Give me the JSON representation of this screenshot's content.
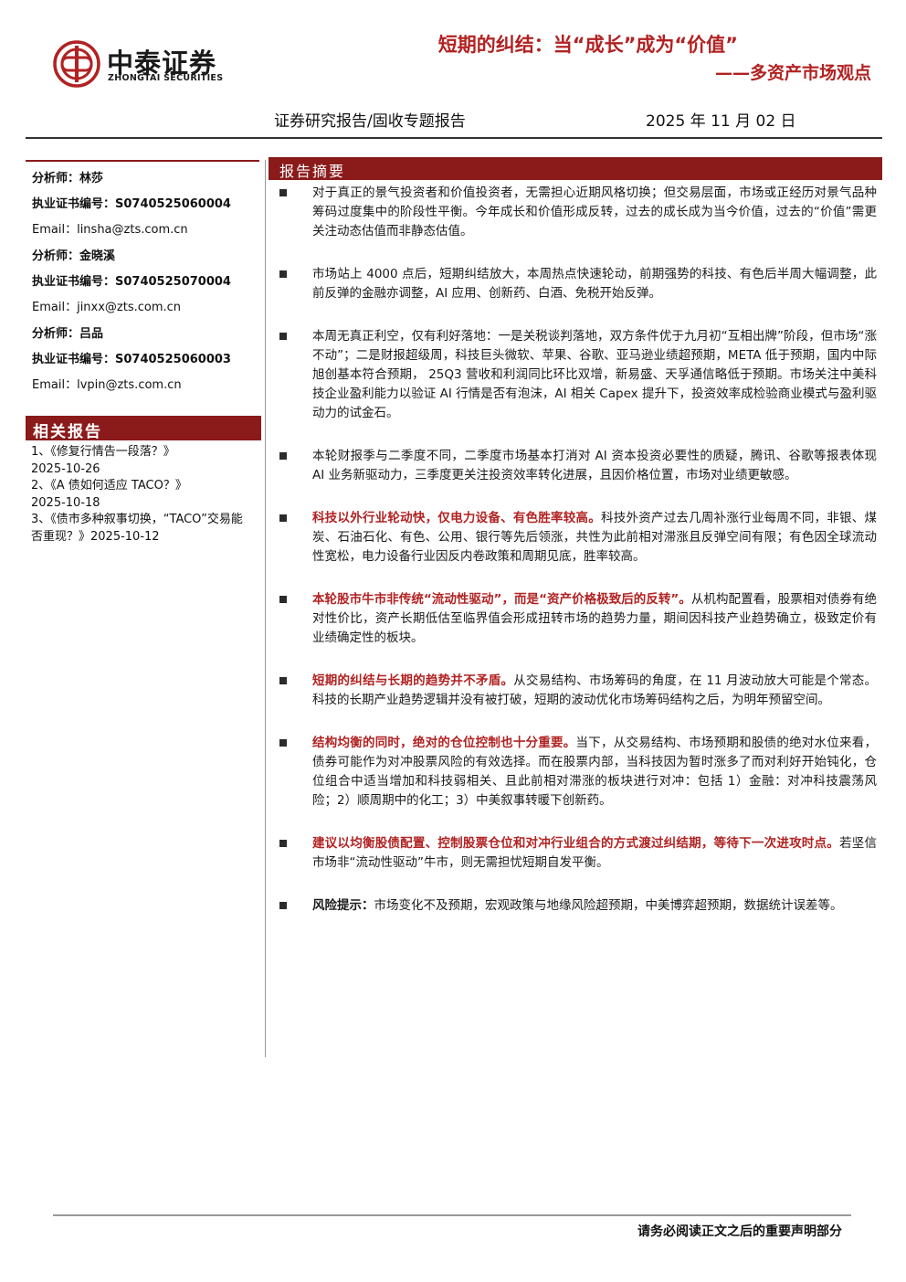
{
  "brand": {
    "name_cn": "中泰证券",
    "name_en": "ZHONGTAI SECURITIES",
    "color": "#b22222"
  },
  "header": {
    "title": "短期的纠结：当“成长”成为“价值”",
    "subtitle": "——多资产市场观点",
    "report_type": "证券研究报告/固收专题报告",
    "date": "2025 年 11 月 02 日"
  },
  "analysts": [
    {
      "label": "分析师：",
      "name": "林莎",
      "cert_label": "执业证书编号：",
      "cert": "S0740525060004",
      "email_label": "Email：",
      "email": "linsha@zts.com.cn"
    },
    {
      "label": "分析师：",
      "name": "金晓溪",
      "cert_label": "执业证书编号：",
      "cert": "S0740525070004",
      "email_label": "Email：",
      "email": "jinxx@zts.com.cn"
    },
    {
      "label": "分析师：",
      "name": "吕品",
      "cert_label": "执业证书编号：",
      "cert": "S0740525060003",
      "email_label": "Email：",
      "email": "lvpin@zts.com.cn"
    }
  ],
  "related": {
    "title": "相关报告",
    "items": [
      {
        "text": "1、《修复行情告一段落？》",
        "date": "2025-10-26"
      },
      {
        "text": "2、《A 债如何适应 TACO？》",
        "date": "2025-10-18"
      },
      {
        "text": "3、《债市多种叙事切换，“TACO”交易能否重现？》",
        "date": "2025-10-12"
      }
    ]
  },
  "summary": {
    "title": "报告摘要",
    "bullets": [
      {
        "lead": "",
        "lead_style": "",
        "text": "对于真正的景气投资者和价值投资者，无需担心近期风格切换；但交易层面，市场或正经历对景气品种筹码过度集中的阶段性平衡。今年成长和价值形成反转，过去的成长成为当今价值，过去的“价值”需更关注动态估值而非静态估值。"
      },
      {
        "lead": "",
        "lead_style": "",
        "text": "市场站上 4000 点后，短期纠结放大，本周热点快速轮动，前期强势的科技、有色后半周大幅调整，此前反弹的金融亦调整，AI 应用、创新药、白酒、免税开始反弹。"
      },
      {
        "lead": "",
        "lead_style": "",
        "text": "本周无真正利空，仅有利好落地：一是关税谈判落地，双方条件优于九月初“互相出牌”阶段，但市场“涨不动”；二是财报超级周，科技巨头微软、苹果、谷歌、亚马逊业绩超预期，META 低于预期，国内中际旭创基本符合预期， 25Q3 营收和利润同比环比双增，新易盛、天孚通信略低于预期。市场关注中美科技企业盈利能力以验证 AI 行情是否有泡沫，AI 相关 Capex 提升下，投资效率成检验商业模式与盈利驱动力的试金石。"
      },
      {
        "lead": "",
        "lead_style": "",
        "text": "本轮财报季与二季度不同，二季度市场基本打消对 AI 资本投资必要性的质疑，腾讯、谷歌等报表体现 AI 业务新驱动力，三季度更关注投资效率转化进展，且因价格位置，市场对业绩更敏感。"
      },
      {
        "lead": "科技以外行业轮动快，仅电力设备、有色胜率较高。",
        "lead_style": "hl",
        "text": "科技外资产过去几周补涨行业每周不同，非银、煤炭、石油石化、有色、公用、银行等先后领涨，共性为此前相对滞涨且反弹空间有限；有色因全球流动性宽松，电力设备行业因反内卷政策和周期见底，胜率较高。"
      },
      {
        "lead": "本轮股市牛市非传统“流动性驱动”，而是“资产价格极致后的反转”。",
        "lead_style": "hl",
        "text": "从机构配置看，股票相对债券有绝对性价比，资产长期低估至临界值会形成扭转市场的趋势力量，期间因科技产业趋势确立，极致定价有业绩确定性的板块。"
      },
      {
        "lead": "短期的纠结与长期的趋势并不矛盾。",
        "lead_style": "hl",
        "text": "从交易结构、市场筹码的角度，在 11 月波动放大可能是个常态。科技的长期产业趋势逻辑并没有被打破，短期的波动优化市场筹码结构之后，为明年预留空间。"
      },
      {
        "lead": "结构均衡的同时，绝对的仓位控制也十分重要。",
        "lead_style": "hl",
        "text": "当下，从交易结构、市场预期和股债的绝对水位来看，债券可能作为对冲股票风险的有效选择。而在股票内部，当科技因为暂时涨多了而对利好开始钝化，仓位组合中适当增加和科技弱相关、且此前相对滞涨的板块进行对冲：包括 1）金融：对冲科技震荡风险；2）顺周期中的化工；3）中美叙事转暖下创新药。"
      },
      {
        "lead": "建议以均衡股债配置、控制股票仓位和对冲行业组合的方式渡过纠结期，等待下一次进攻时点。",
        "lead_style": "hl",
        "text": "若坚信市场非“流动性驱动”牛市，则无需担忧短期自发平衡。"
      },
      {
        "lead": "风险提示：",
        "lead_style": "kw",
        "text": "市场变化不及预期，宏观政策与地缘风险超预期，中美博弈超预期，数据统计误差等。"
      }
    ]
  },
  "footer": {
    "note": "请务必阅读正文之后的重要声明部分"
  }
}
